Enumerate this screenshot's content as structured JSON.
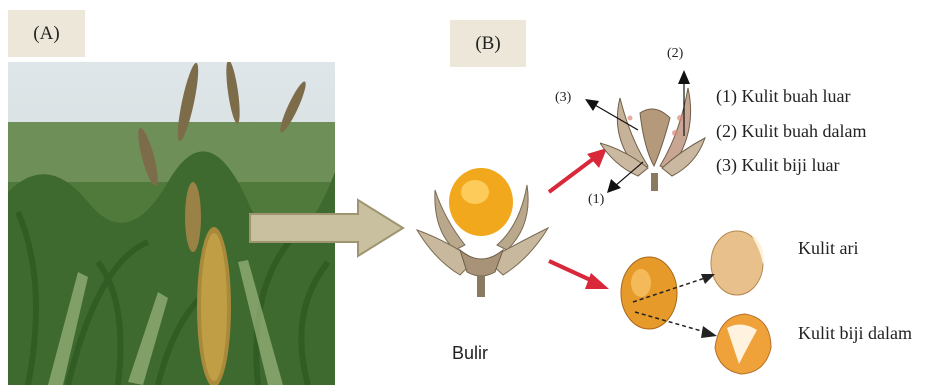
{
  "panels": {
    "a_label": "(A)",
    "b_label": "(B)"
  },
  "photo": {
    "description_icon": "millet-field-photo"
  },
  "grain": {
    "label": "Bulir"
  },
  "husk_callouts": {
    "n1": "(1)",
    "n2": "(2)",
    "n3": "(3)"
  },
  "legend": [
    {
      "text": "(1) Kulit buah luar"
    },
    {
      "text": "(2) Kulit buah dalam"
    },
    {
      "text": "(3) Kulit biji luar"
    }
  ],
  "seed_parts": {
    "ari": "Kulit ari",
    "biji_dalam": "Kulit biji dalam"
  },
  "colors": {
    "arrow_red": "#d8283a",
    "big_arrow": "#c9c0a0",
    "label_bg": "#ece7d8"
  }
}
